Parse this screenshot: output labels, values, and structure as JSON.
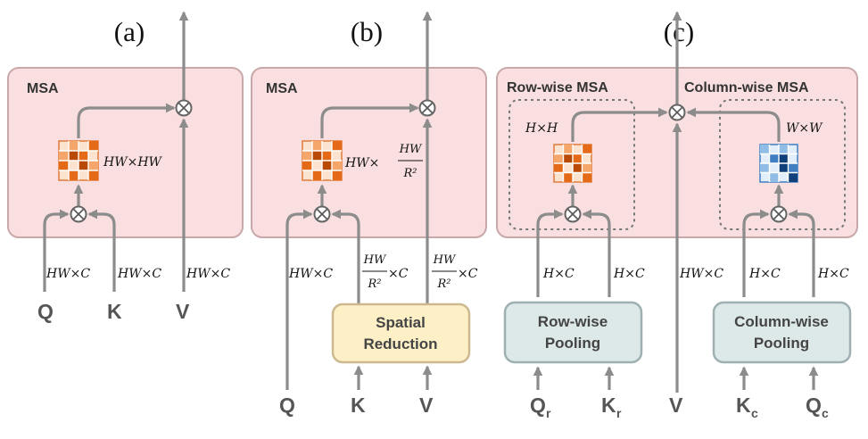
{
  "panels": {
    "a": {
      "tag": "(a)",
      "title": "MSA",
      "attn_size": "HW×HW",
      "dims": [
        "HW×C",
        "HW×C",
        "HW×C"
      ],
      "inputs": [
        "Q",
        "K",
        "V"
      ]
    },
    "b": {
      "tag": "(b)",
      "title": "MSA",
      "attn_prefix": "HW×",
      "attn_num": "HW",
      "attn_den": "R²",
      "dim_q": "HW×C",
      "dim_k_num": "HW",
      "dim_k_den": "R²",
      "dim_k_suffix": "×C",
      "dim_v_num": "HW",
      "dim_v_den": "R²",
      "dim_v_suffix": "×C",
      "module_line1": "Spatial",
      "module_line2": "Reduction",
      "inputs": [
        "Q",
        "K",
        "V"
      ]
    },
    "c": {
      "tag": "(c)",
      "row_title": "Row-wise  MSA",
      "col_title": "Column-wise MSA",
      "row_attn": "H×H",
      "col_attn": "W×W",
      "dims": [
        "H×C",
        "H×C",
        "HW×C",
        "H×C",
        "H×C"
      ],
      "row_module_line1": "Row-wise",
      "row_module_line2": "Pooling",
      "col_module_line1": "Column-wise",
      "col_module_line2": "Pooling",
      "inputs": {
        "qr": "Q",
        "qr_sub": "r",
        "kr": "K",
        "kr_sub": "r",
        "v": "V",
        "kc": "K",
        "kc_sub": "c",
        "qc": "Q",
        "qc_sub": "c"
      }
    }
  },
  "colors": {
    "panel_fill": "#f9dfe0",
    "wire": "#8c8c8c",
    "orange_matrix": [
      "#fbe3d0",
      "#f5a66a",
      "#e46a17",
      "#b94a06"
    ],
    "blue_matrix": [
      "#e2eef9",
      "#8fbde6",
      "#3f7fc1",
      "#103f7a"
    ],
    "spatial_reduction_fill": "#fdf0c6",
    "pooling_fill": "#dde8e8"
  },
  "icons": [
    "matrix-multiply-icon",
    "attention-matrix-icon"
  ]
}
